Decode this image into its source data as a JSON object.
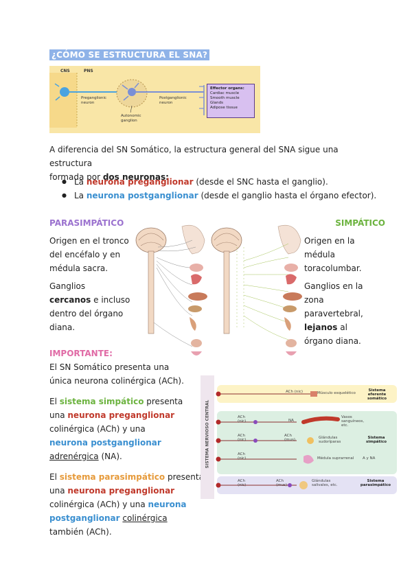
{
  "title": "¿CÓMO SE ESTRUCTURA EL SNA?",
  "diagram1": {
    "cns": "CNS",
    "pns": "PNS",
    "preganglionic_line1": "Preganglionic",
    "preganglionic_line2": "neuron",
    "ganglion_line1": "Autonomic",
    "ganglion_line2": "ganglion",
    "postganglionic_line1": "Postganglionic",
    "postganglionic_line2": "neuron",
    "effector_title": "Effector organs:",
    "effectors": [
      "Cardiac muscle",
      "Smooth muscle",
      "Glands",
      "Adipose tissue"
    ]
  },
  "intro": {
    "line1": "A diferencia del SN Somático, la estructura general del SNA sigue una estructura",
    "line2_pre": "formada por ",
    "line2_bold": "dos neuronas:",
    "bullet1_pre": "La ",
    "bullet1_hl": "neurona preganglionar",
    "bullet1_post": " (desde el SNC hasta el ganglio).",
    "bullet2_pre": "La ",
    "bullet2_hl": "neurona postganglionar",
    "bullet2_post": " (desde el ganglio hasta el órgano efector)."
  },
  "para": {
    "heading": "PARASIMPÁTICO",
    "l1": "Origen en el tronco",
    "l2": "del encéfalo y en",
    "l3": "médula sacra.",
    "g1": "Ganglios",
    "g2_bold": "cercanos",
    "g2_rest": " e incluso",
    "g3": "dentro del órgano",
    "g4": "diana."
  },
  "simp": {
    "heading": "SIMPÁTICO",
    "l1": "Origen en la",
    "l2": "médula",
    "l3": "toracolumbar.",
    "g1": "Ganglios en la",
    "g2": "zona",
    "g3": "paravertebral,",
    "g4_bold": "lejanos",
    "g4_rest": " al",
    "g5": "órgano diana."
  },
  "importante": {
    "heading": "IMPORTANTE:",
    "s1": "El SN Somático presenta una",
    "s2": "única neurona colinérgica (ACh).",
    "p1_a": "El ",
    "p1_b": "sistema simpático",
    "p1_c": " presenta",
    "p2_a": "una ",
    "p2_b": "neurona preganglionar",
    "p3": "colinérgica (ACh) y una",
    "p4": "neurona postganglionar",
    "p5_u": "adrenérgica",
    "p5_rest": " (NA).",
    "q1_a": "El ",
    "q1_b": "sistema parasimpático",
    "q1_c": " presenta",
    "q2_a": "una ",
    "q2_b": "neurona preganglionar",
    "q3_a": "colinérgica (ACh) y una ",
    "q3_b": "neurona",
    "q4_a": "postganglionar",
    "q4_b": " ",
    "q4_u": "colinérgica",
    "q4_c": " también (ACh)."
  },
  "diagram3": {
    "side_label": "SISTEMA NERVIOSO CENTRAL",
    "ach_nic": "ACh\n(nic)",
    "row1_nt": "ACh (nic)",
    "row1_target": "Músculo esquelético",
    "row1_sys": "Sistema eferente somático",
    "row2_nt": "NA",
    "row2_target": "Vasos sanguíneos, etc.",
    "row3_nt": "ACh (mus)",
    "row3_target": "Glándulas sudoríparas",
    "row4_target": "Médula suprarrenal",
    "row4_nt": "A y NA",
    "sym_sys": "Sistema simpático",
    "row5_nt": "ACh (mus)",
    "row5_target": "Glándulas salivales, etc.",
    "para_sys": "Sistema parasimpático"
  },
  "colors": {
    "title_bg": "#8fb3e8",
    "heading_purple": "#9b72cf",
    "heading_green": "#6cb33f",
    "importante_pink": "#e06aa5",
    "red": "#c0392b",
    "blue": "#3a8fd0"
  }
}
